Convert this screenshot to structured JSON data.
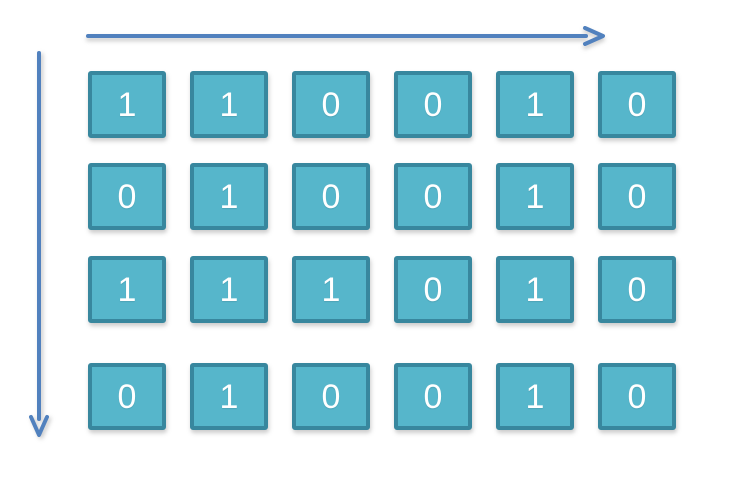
{
  "diagram": {
    "title": "binary-matrix-with-direction-arrows",
    "matrix": {
      "rows": [
        [
          "1",
          "1",
          "0",
          "0",
          "1",
          "0"
        ],
        [
          "0",
          "1",
          "0",
          "0",
          "1",
          "0"
        ],
        [
          "1",
          "1",
          "1",
          "0",
          "1",
          "0"
        ],
        [
          "0",
          "1",
          "0",
          "0",
          "1",
          "0"
        ]
      ],
      "row_count": 4,
      "col_count": 6
    },
    "arrows": {
      "horizontal": {
        "direction": "right"
      },
      "vertical": {
        "direction": "down"
      }
    },
    "colors": {
      "cell_fill": "#56b6cb",
      "cell_border": "#38879e",
      "cell_text": "#ffffff",
      "arrow": "#5181be",
      "background": "#ffffff"
    }
  }
}
